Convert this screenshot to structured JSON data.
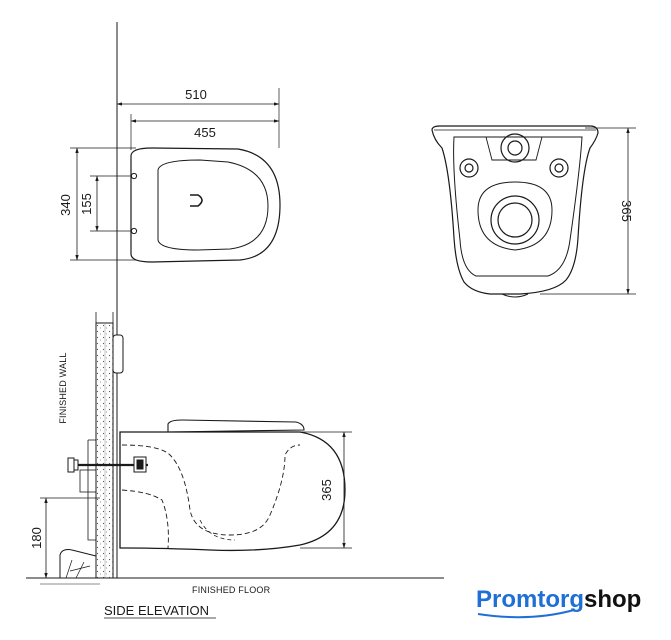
{
  "top_view": {
    "dim_overall_length": "510",
    "dim_bowl_length": "455",
    "dim_width": "340",
    "dim_bolt_spacing": "155"
  },
  "rear_view": {
    "dim_height": "365"
  },
  "side_elevation": {
    "label_finished_wall": "FINISHED WALL",
    "label_finished_floor": "FINISHED FLOOR",
    "dim_height": "365",
    "dim_bolt_height": "180",
    "title": "SIDE ELEVATION"
  },
  "branding": {
    "logo_part1": "Promtorg",
    "logo_part2": "shop",
    "color_part1": "#1f6fd6",
    "color_part2": "#111111"
  }
}
